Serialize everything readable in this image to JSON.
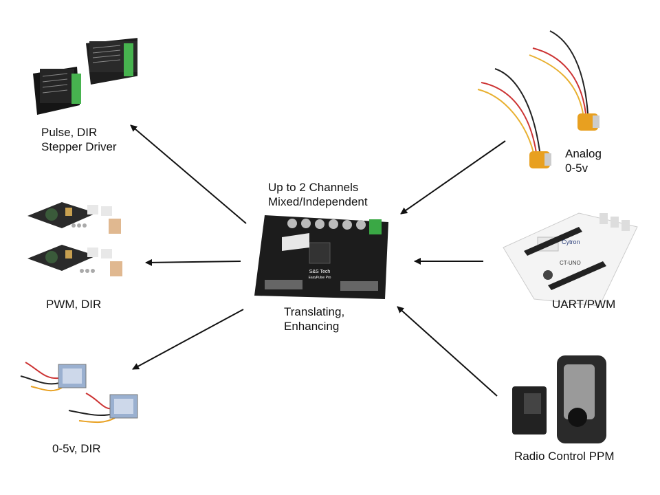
{
  "center": {
    "top_label": "Up to 2 Channels\nMixed/Independent",
    "bottom_label": "Translating,\nEnhancing",
    "board_text_1": "S&S Tech",
    "board_text_2": "EasyPulse Pro"
  },
  "outputs": [
    {
      "label": "Pulse, DIR\nStepper Driver",
      "icon": "stepper-driver-image"
    },
    {
      "label": "PWM, DIR",
      "icon": "pwm-driver-board-image"
    },
    {
      "label": "0-5v, DIR",
      "icon": "analog-driver-module-image"
    }
  ],
  "inputs": [
    {
      "label": "Analog\n0-5v",
      "icon": "potentiometer-image"
    },
    {
      "label": "UART/PWM",
      "icon": "arduino-board-image"
    },
    {
      "label": "Radio Control PPM",
      "icon": "rc-receiver-image"
    }
  ],
  "arduino_text": {
    "brand": "Cytron",
    "model": "CT-UNO"
  },
  "colors": {
    "arrow": "#111111",
    "board": "#1c1c1c",
    "terminal": "#3aa845",
    "pot": "#e8a020"
  }
}
